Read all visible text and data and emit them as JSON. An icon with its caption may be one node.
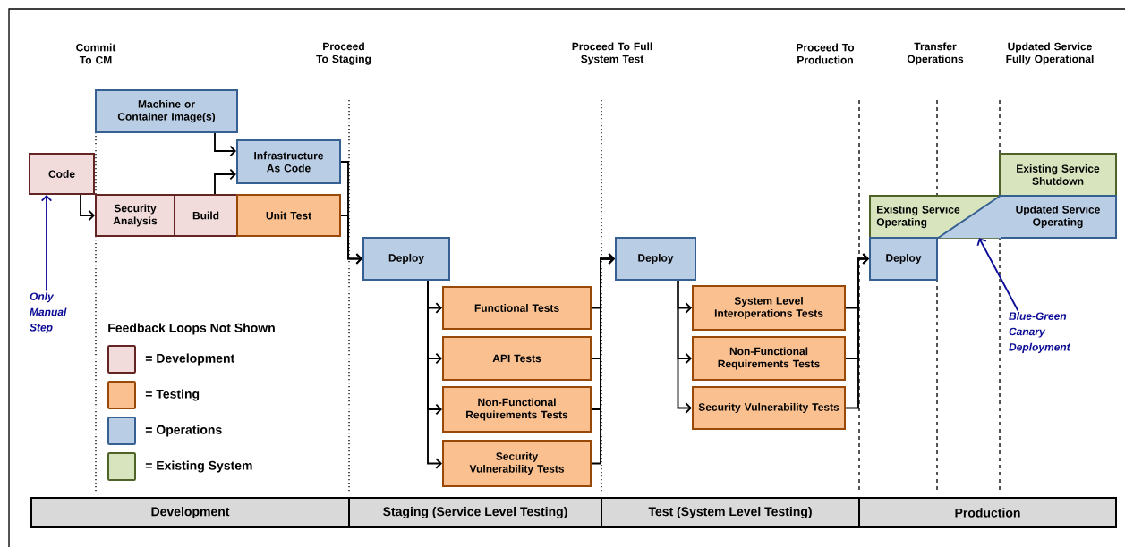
{
  "diagram": {
    "nodes": [
      {
        "text": [
          "Code"
        ]
      },
      {
        "text": [
          "Machine or Container Image(s)"
        ]
      },
      {
        "text": [
          "Infrastructure As Code"
        ]
      },
      {
        "text": [
          "Security Analysis"
        ]
      },
      {
        "text": [
          "Build"
        ]
      },
      {
        "text": [
          "Unit Test"
        ]
      },
      {
        "text": [
          "Deploy"
        ]
      },
      {
        "text": [
          "Functional Tests"
        ]
      },
      {
        "text": [
          "API Tests"
        ]
      },
      {
        "text": [
          "Non-Functional Requirements Tests"
        ]
      },
      {
        "text": [
          "Security Vulnerability Tests"
        ]
      },
      {
        "text": [
          "Deploy"
        ]
      },
      {
        "text": [
          "System Level Interoperations Tests"
        ]
      },
      {
        "text": [
          "Non-Functional Requirements Tests"
        ]
      },
      {
        "text": [
          "Security Vulnerability Tests"
        ]
      },
      {
        "text": [
          "Existing Service Operating"
        ]
      },
      {
        "text": [
          "Deploy"
        ]
      },
      {
        "text": [
          "Existing Service Shutdown"
        ]
      },
      {
        "text": [
          "Updated Service Operating"
        ]
      },
      {
        "text": [
          "Only Manual Step"
        ]
      },
      {
        "text": [
          "Blue-Green Canary Deployment"
        ]
      },
      {
        "text": [],
        "shape": "triangle",
        "in": 15
      },
      {
        "text": [
          "Development"
        ]
      },
      {
        "text": [
          "Staging (Service Level Testing)"
        ]
      },
      {
        "text": [
          "Test (System Level Testing)"
        ]
      },
      {
        "text": [
          "Production"
        ]
      }
    ],
    "edges": [
      {
        "from": 0,
        "to": 3,
        "arrow": "to"
      },
      {
        "from": 1,
        "to": 2,
        "arrow": "to"
      },
      {
        "from": 4,
        "to": 2,
        "arrow": "to"
      },
      {
        "from": 2,
        "to": 6,
        "arrow": "to"
      },
      {
        "from": 5,
        "to": 6,
        "arrow": "to"
      },
      {
        "from": 6,
        "to": 7,
        "arrow": "to"
      },
      {
        "from": 6,
        "to": 8,
        "arrow": "to"
      },
      {
        "from": 6,
        "to": 9,
        "arrow": "to"
      },
      {
        "from": 6,
        "to": 10,
        "arrow": "to"
      },
      {
        "from": 7,
        "to": 11,
        "arrow": "to"
      },
      {
        "from": 8,
        "to": 11,
        "arrow": "to"
      },
      {
        "from": 9,
        "to": 11,
        "arrow": "to"
      },
      {
        "from": 10,
        "to": 11,
        "arrow": "to"
      },
      {
        "from": 11,
        "to": 12,
        "arrow": "to"
      },
      {
        "from": 11,
        "to": 13,
        "arrow": "to"
      },
      {
        "from": 11,
        "to": 14,
        "arrow": "to"
      },
      {
        "from": 12,
        "to": 16,
        "arrow": "to"
      },
      {
        "from": 13,
        "to": 16,
        "arrow": "to"
      },
      {
        "from": 14,
        "to": 16,
        "arrow": "to"
      },
      {
        "from": 19,
        "to": 0,
        "arrow": "to",
        "color": "#0c0c96"
      },
      {
        "from": 20,
        "to": 21,
        "arrow": "to",
        "color": "#0c0c96"
      }
    ],
    "labels": [
      "Commit To CM",
      "Proceed To Staging",
      "Proceed To Full System Test",
      "Proceed To Production",
      "Transfer Operations",
      "Updated Service Fully Operational",
      "Feedback Loops Not Shown"
    ],
    "legend": [
      {
        "text": "= Development",
        "color": "#f2dcdb"
      },
      {
        "text": "= Testing",
        "color": "#fac090"
      },
      {
        "text": "= Operations",
        "color": "#b9cde5"
      },
      {
        "text": "= Existing System",
        "color": "#d7e4bd"
      }
    ]
  }
}
